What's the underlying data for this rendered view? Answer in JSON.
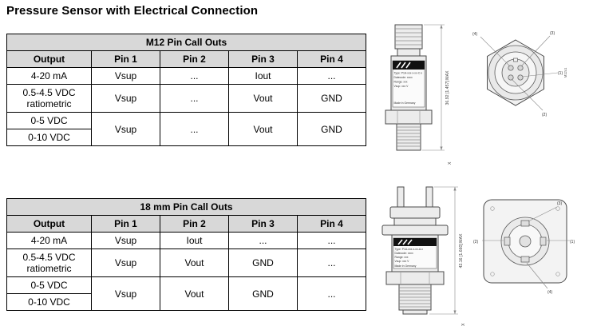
{
  "page": {
    "title": "Pressure Sensor with Electrical Connection"
  },
  "tables": {
    "m12": {
      "title": "M12 Pin Call Outs",
      "headers": [
        "Output",
        "Pin 1",
        "Pin 2",
        "Pin 3",
        "Pin 4"
      ],
      "row1": {
        "output": "4-20 mA",
        "p1": "Vsup",
        "p2": "...",
        "p3": "Iout",
        "p4": "..."
      },
      "row2": {
        "output": "0.5-4.5 VDC ratiometric",
        "p1": "Vsup",
        "p2": "...",
        "p3": "Vout",
        "p4": "GND"
      },
      "row3": {
        "output_a": "0-5 VDC",
        "output_b": "0-10 VDC",
        "p1": "Vsup",
        "p2": "...",
        "p3": "Vout",
        "p4": "GND"
      }
    },
    "mm18": {
      "title": "18 mm Pin Call Outs",
      "headers": [
        "Output",
        "Pin 1",
        "Pin 2",
        "Pin 3",
        "Pin 4"
      ],
      "row1": {
        "output": "4-20 mA",
        "p1": "Vsup",
        "p2": "Iout",
        "p3": "...",
        "p4": "..."
      },
      "row2": {
        "output": "0.5-4.5 VDC ratiometric",
        "p1": "Vsup",
        "p2": "Vout",
        "p3": "GND",
        "p4": "..."
      },
      "row3": {
        "output_a": "0-5 VDC",
        "output_b": "0-10 VDC",
        "p1": "Vsup",
        "p2": "Vout",
        "p3": "GND",
        "p4": "..."
      }
    }
  },
  "drawings": {
    "m12_side": {
      "dimension": "36.92 [1.457] MAX",
      "thread_note": "X",
      "label": {
        "line1": "Type: P1A-xxx-x-xx-C-x",
        "line2": "Datecode: xxxx",
        "line3": "Range: xxx",
        "line4": "Vsup: xxx V",
        "line5": "Made in Germany"
      }
    },
    "m12_face": {
      "callouts": {
        "c1": "(1)",
        "c2": "(2)",
        "c3": "(3)",
        "c4": "(4)"
      },
      "note": "M12x1"
    },
    "mm18_side": {
      "dimension": "42.16 [1.660] MAX",
      "thread_note": "X",
      "label": {
        "line1": "Type: P1A-xxx-x-xx-A-x",
        "line2": "Datecode: xxxx",
        "line3": "Range: xxx",
        "line4": "Vsup: xxx V",
        "line5": "Made in Germany"
      }
    },
    "mm18_face": {
      "callouts": {
        "c1": "(1)",
        "c2": "(2)",
        "c3": "(3)",
        "c4": "(4)"
      }
    }
  }
}
